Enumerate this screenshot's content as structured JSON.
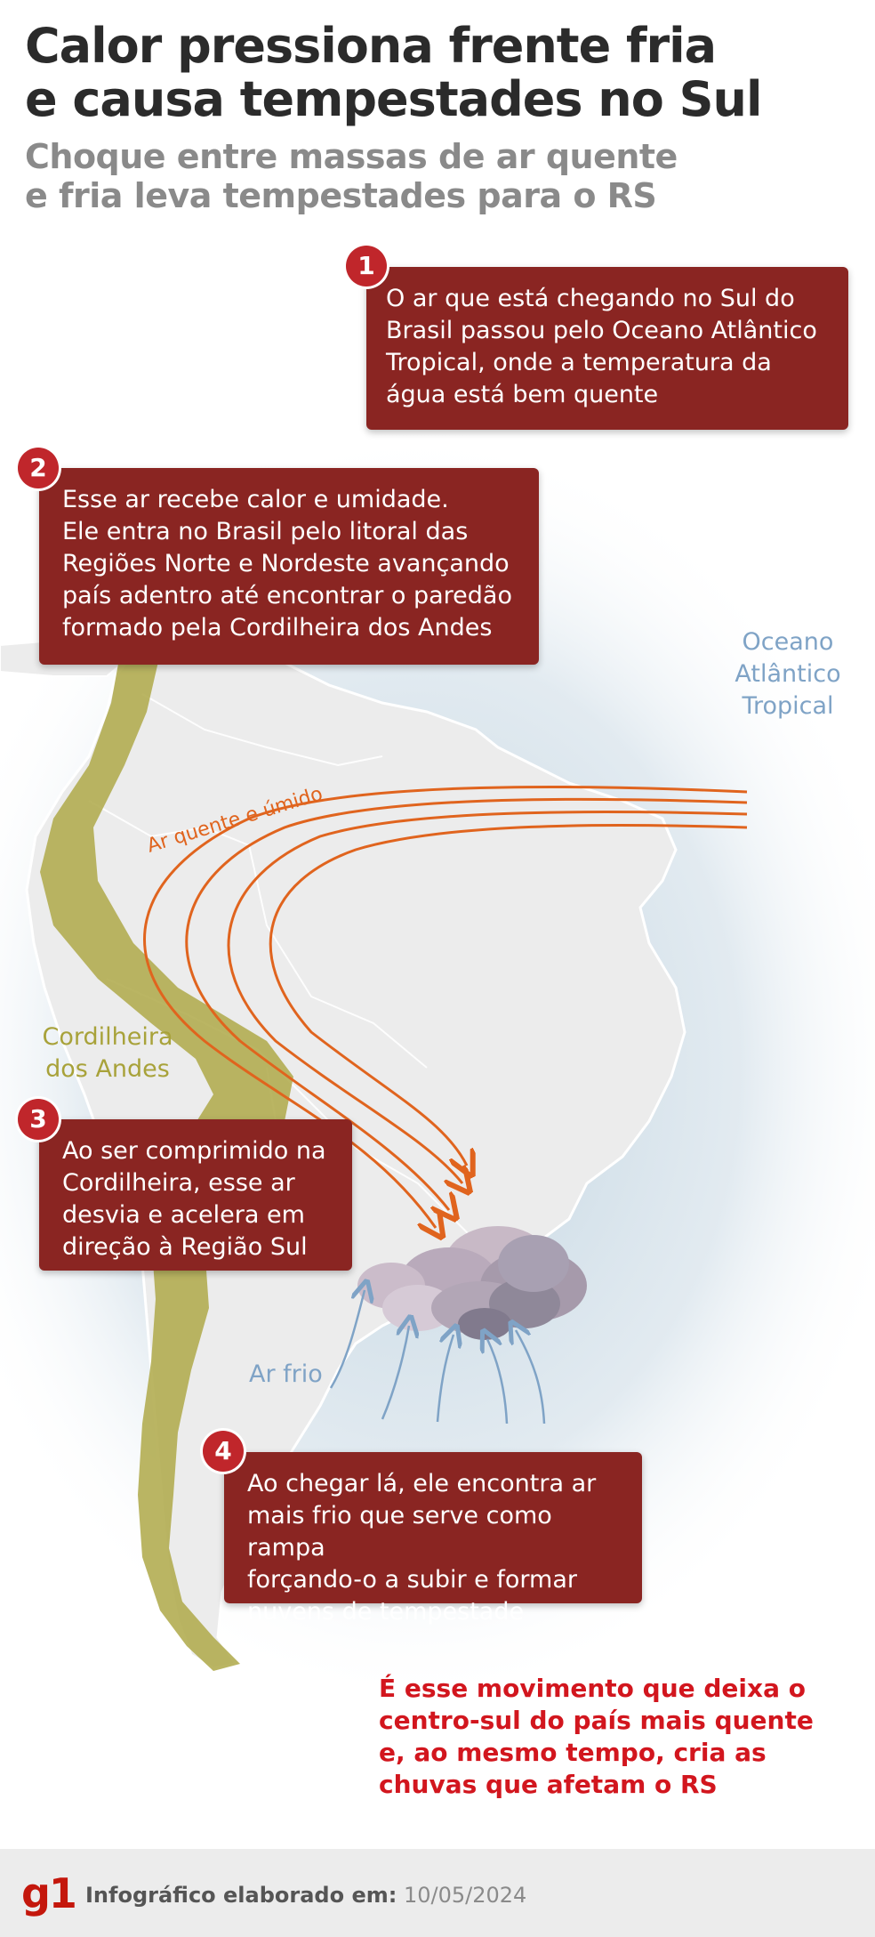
{
  "header": {
    "title_line1": "Calor pressiona frente fria",
    "title_line2": "e causa tempestades no Sul",
    "subtitle_line1": "Choque entre massas de ar quente",
    "subtitle_line2": "e fria leva tempestades para o RS"
  },
  "steps": [
    {
      "number": "1",
      "lines": [
        "O ar que está chegando no Sul do",
        "Brasil passou pelo Oceano Atlântico",
        "Tropical, onde a temperatura da",
        "água está bem quente"
      ]
    },
    {
      "number": "2",
      "lines": [
        "Esse ar recebe calor e umidade.",
        "Ele entra no Brasil pelo litoral das",
        "Regiões Norte e Nordeste avançando",
        "país adentro até encontrar o paredão",
        "formado pela Cordilheira dos Andes"
      ]
    },
    {
      "number": "3",
      "lines": [
        "Ao ser comprimido na",
        "Cordilheira, esse ar",
        "desvia e acelera em",
        "direção à Região Sul"
      ]
    },
    {
      "number": "4",
      "lines": [
        "Ao chegar lá, ele encontra ar",
        "mais frio que serve como rampa",
        "forçando-o a subir e formar",
        "nuvens de tempestade"
      ]
    }
  ],
  "map_labels": {
    "ocean_line1": "Oceano",
    "ocean_line2": "Atlântico",
    "ocean_line3": "Tropical",
    "warm_air": "Ar quente e úmido",
    "andes_line1": "Cordilheira",
    "andes_line2": "dos Andes",
    "cold_air": "Ar frio"
  },
  "conclusion": {
    "lines": [
      "É esse movimento que deixa o",
      "centro-sul do país mais quente",
      "e, ao mesmo tempo, cria as",
      "chuvas que afetam o RS"
    ]
  },
  "footer": {
    "logo": "g1",
    "credit_label": "Infográfico elaborado em:",
    "date": "10/05/2024"
  },
  "colors": {
    "box": "#8a2522",
    "badge": "#c0262b",
    "warm_arrows": "#e0641e",
    "cold_arrows": "#7fa3c6",
    "andes": "#b3ad52",
    "conclusion": "#d2161e"
  }
}
